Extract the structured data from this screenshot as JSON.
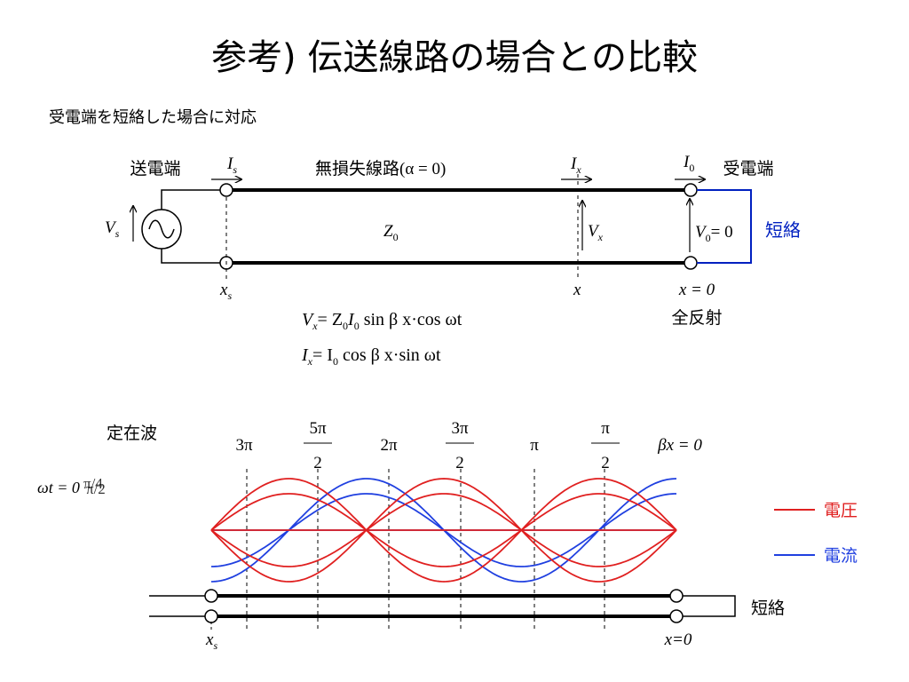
{
  "title": "参考) 伝送線路の場合との比較",
  "subtitle": "受電端を短絡した場合に対応",
  "colors": {
    "voltage": "#e02020",
    "current": "#2040e0",
    "short": "#0020c0",
    "line": "#000000"
  },
  "top_diagram": {
    "sending_end": "送電端",
    "line_name": "無損失線路",
    "alpha_eq": "(α = 0)",
    "receiving_end": "受電端",
    "short_label": "短絡",
    "full_reflection": "全反射",
    "impedance": {
      "sym": "Z",
      "sub": "0"
    },
    "source_voltage": {
      "sym": "V",
      "sub": "s"
    },
    "current_s": {
      "sym": "I",
      "sub": "s"
    },
    "current_x": {
      "sym": "I",
      "sub": "x"
    },
    "current_0": {
      "sym": "I",
      "sub": "0"
    },
    "voltage_x": {
      "sym": "V",
      "sub": "x"
    },
    "voltage_0": {
      "sym": "V",
      "sub": "0",
      "rest": "= 0"
    },
    "pos_xs": {
      "sym": "x",
      "sub": "s"
    },
    "pos_x": "x",
    "pos_0": "x = 0",
    "eq_v": {
      "lhs": "V",
      "lhs_sub": "x",
      "rhs1": "= Z",
      "sub1": "0",
      "rhs2": "I",
      "sub2": "0",
      "rest": " sin β x·cos ωt"
    },
    "eq_i": {
      "lhs": "I",
      "lhs_sub": "x",
      "rhs1": "= I",
      "sub1": "0",
      "rest": " cos β x·sin ωt"
    }
  },
  "bottom_diagram": {
    "standing_wave": "定在波",
    "omega_t_label": "ωt = 0",
    "omega_t_ghosts": [
      "π/4",
      "π/2"
    ],
    "phase_labels": [
      {
        "num": "3π",
        "den": ""
      },
      {
        "num": "5π",
        "den": "2"
      },
      {
        "num": "2π",
        "den": ""
      },
      {
        "num": "3π",
        "den": "2"
      },
      {
        "num": "π",
        "den": ""
      },
      {
        "num": "π",
        "den": "2"
      },
      {
        "num": "βx = 0",
        "den": ""
      }
    ],
    "legend": [
      {
        "label": "電圧",
        "color": "#e02020"
      },
      {
        "label": "電流",
        "color": "#2040e0"
      }
    ],
    "short_label": "短絡",
    "pos_xs": {
      "sym": "x",
      "sub": "s"
    },
    "pos_0": "x=0",
    "voltage_amplitudes": [
      1.0,
      0.707,
      0.0,
      -0.707,
      -1.0
    ],
    "current_amplitudes": [
      1.0,
      0.707,
      0.0
    ]
  }
}
